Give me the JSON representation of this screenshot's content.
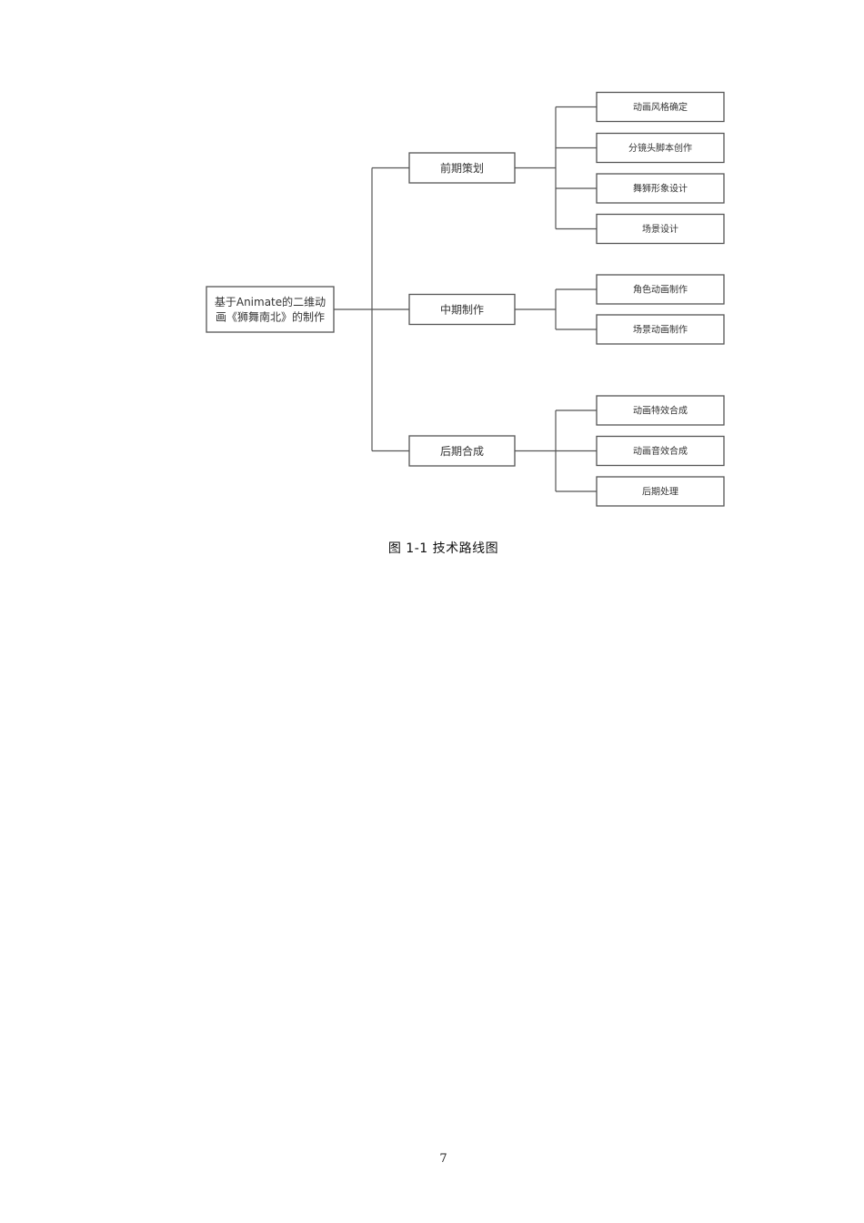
{
  "diagram": {
    "root": {
      "label_lines": [
        "基于Animate的二维动",
        "画《狮舞南北》的制作"
      ],
      "children": [
        {
          "label": "前期策划",
          "children": [
            "动画风格确定",
            "分镜头脚本创作",
            "舞狮形象设计",
            "场景设计"
          ]
        },
        {
          "label": "中期制作",
          "children": [
            "角色动画制作",
            "场景动画制作"
          ]
        },
        {
          "label": "后期合成",
          "children": [
            "动画特效合成",
            "动画音效合成",
            "后期处理"
          ]
        }
      ]
    }
  },
  "caption": "图  1-1  技术路线图",
  "page_number": "7"
}
